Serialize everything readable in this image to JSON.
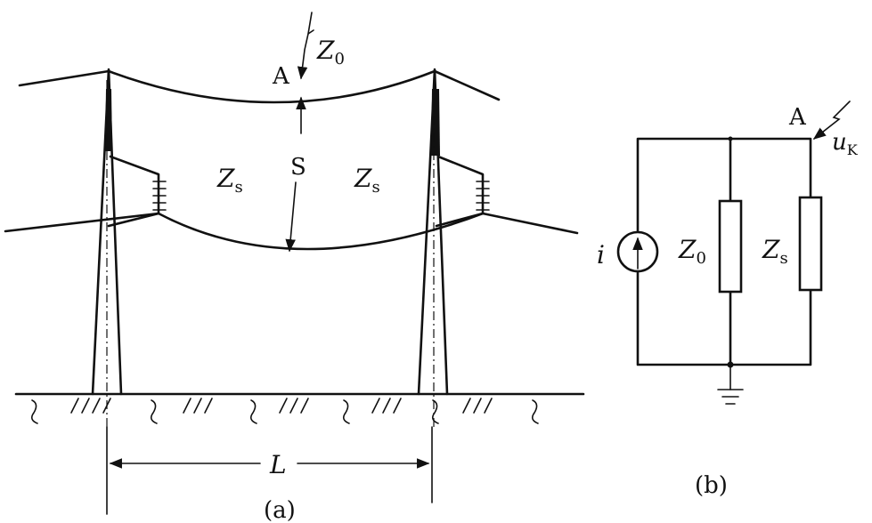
{
  "panel_a": {
    "point_label": "A",
    "stroke_impedance": "Z",
    "stroke_impedance_sub": "0",
    "left_surge_impedance": "Z",
    "left_surge_impedance_sub": "s",
    "right_surge_impedance": "Z",
    "right_surge_impedance_sub": "s",
    "distance_label": "S",
    "span_label": "L",
    "caption": "(a)"
  },
  "panel_b": {
    "point_label": "A",
    "voltage_label": "u",
    "voltage_sub": "K",
    "source_label": "i",
    "resistor_left_label": "Z",
    "resistor_left_sub": "0",
    "resistor_right_label": "Z",
    "resistor_right_sub": "s",
    "caption": "(b)"
  }
}
